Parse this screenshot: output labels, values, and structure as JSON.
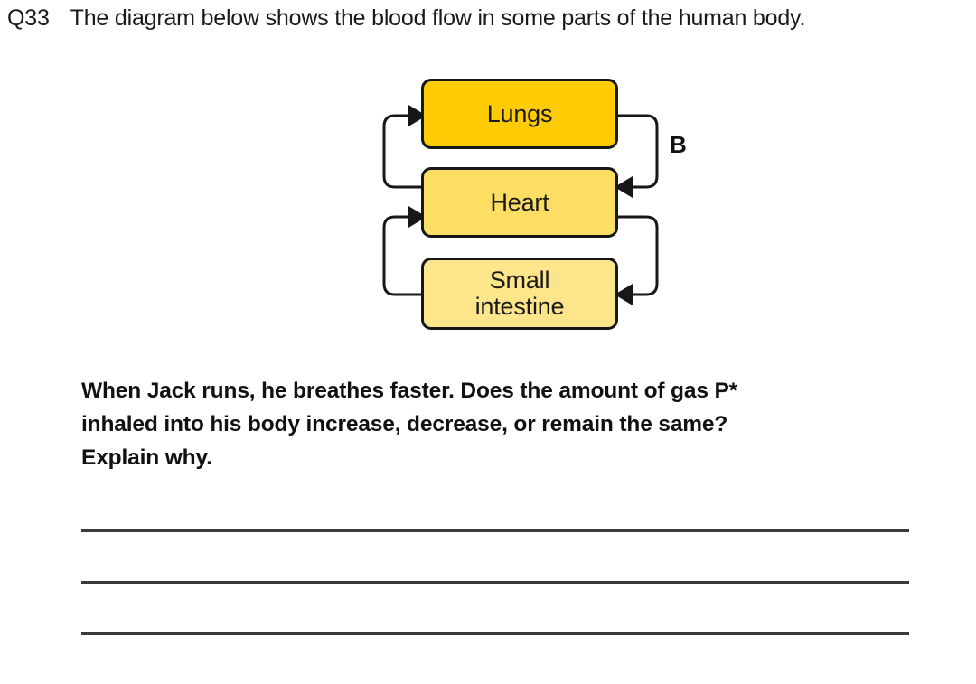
{
  "header": {
    "question_number": "Q33",
    "prompt": "The diagram below shows the blood flow in some parts of the human body."
  },
  "diagram": {
    "title": "blood-flow-diagram",
    "boxes": [
      {
        "id": "lungs",
        "label": "Lungs",
        "label_line2": "",
        "color": "#FFCB05"
      },
      {
        "id": "heart",
        "label": "Heart",
        "label_line2": "",
        "color": "#FBDE63"
      },
      {
        "id": "small-intestine",
        "label": "Small",
        "label_line2": "intestine",
        "color": "#FCE58A"
      }
    ],
    "labels": [
      {
        "id": "b",
        "text": "B"
      }
    ],
    "arrows": [
      {
        "id": "heart-to-lungs",
        "from": "heart",
        "to": "lungs",
        "side": "left"
      },
      {
        "id": "lungs-to-heart",
        "from": "lungs",
        "to": "heart",
        "side": "right"
      },
      {
        "id": "small-intestine-to-heart",
        "from": "small-intestine",
        "to": "heart",
        "side": "left"
      },
      {
        "id": "heart-to-small-intestine",
        "from": "heart",
        "to": "small-intestine",
        "side": "right"
      }
    ],
    "stroke_color": "#17171a"
  },
  "question_body": {
    "line1": "When Jack runs, he breathes faster. Does the amount of gas P*",
    "line2": "inhaled into his body increase, decrease, or remain the same?",
    "line3": "Explain why."
  },
  "answer_area": {
    "line_count": 3,
    "line_color": "#3a3a3a"
  }
}
